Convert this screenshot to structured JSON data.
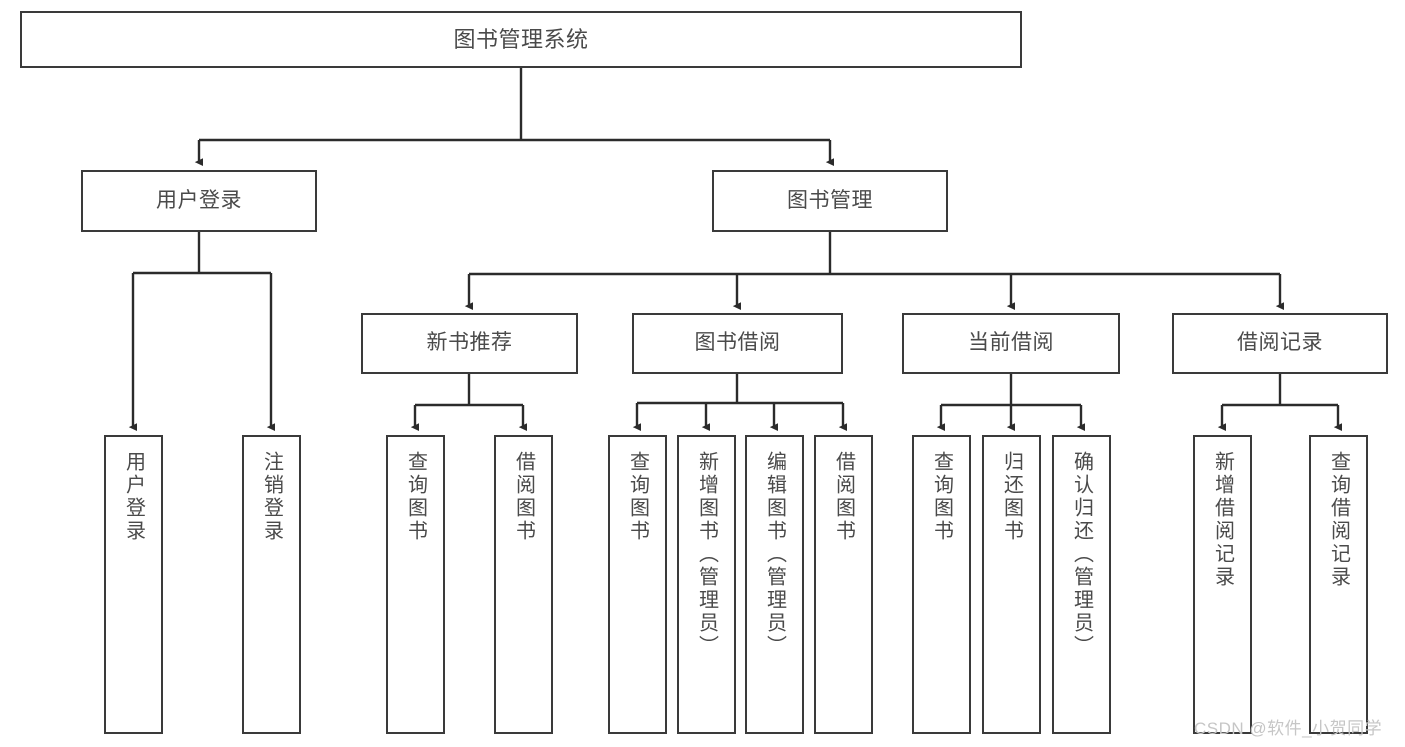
{
  "diagram": {
    "type": "tree-hierarchy-chart",
    "title": "图书管理系统",
    "colors": {
      "box_border": "#3a3a3a",
      "box_fill": "#ffffff",
      "text": "#4a4a4a",
      "line": "#2b2b2b",
      "watermark": "#c6c6c6",
      "background": "#ffffff"
    },
    "root": {
      "label": "图书管理系统"
    },
    "level2": [
      {
        "id": "user-login",
        "label": "用户登录"
      },
      {
        "id": "book-manage",
        "label": "图书管理"
      }
    ],
    "level3": [
      {
        "id": "new-book-recommend",
        "label": "新书推荐"
      },
      {
        "id": "book-borrow",
        "label": "图书借阅"
      },
      {
        "id": "current-borrow",
        "label": "当前借阅"
      },
      {
        "id": "borrow-record",
        "label": "借阅记录"
      }
    ],
    "leaves": {
      "user_login": [
        {
          "id": "leaf-user-login",
          "label": "用户登录"
        },
        {
          "id": "leaf-logout-login",
          "label": "注销登录"
        }
      ],
      "new_book_recommend": [
        {
          "id": "leaf-query-book-1",
          "label": "查询图书"
        },
        {
          "id": "leaf-borrow-book-1",
          "label": "借阅图书"
        }
      ],
      "book_borrow": [
        {
          "id": "leaf-query-book-2",
          "label": "查询图书"
        },
        {
          "id": "leaf-add-book",
          "label": "新增图书（管理员）"
        },
        {
          "id": "leaf-edit-book",
          "label": "编辑图书（管理员）"
        },
        {
          "id": "leaf-borrow-book-2",
          "label": "借阅图书"
        }
      ],
      "current_borrow": [
        {
          "id": "leaf-query-book-3",
          "label": "查询图书"
        },
        {
          "id": "leaf-return-book",
          "label": "归还图书"
        },
        {
          "id": "leaf-confirm-return",
          "label": "确认归还（管理员）"
        }
      ],
      "borrow_record": [
        {
          "id": "leaf-add-record",
          "label": "新增借阅记录"
        },
        {
          "id": "leaf-query-record",
          "label": "查询借阅记录"
        }
      ]
    }
  },
  "watermark": {
    "text": "CSDN @软件_小贺同学"
  }
}
